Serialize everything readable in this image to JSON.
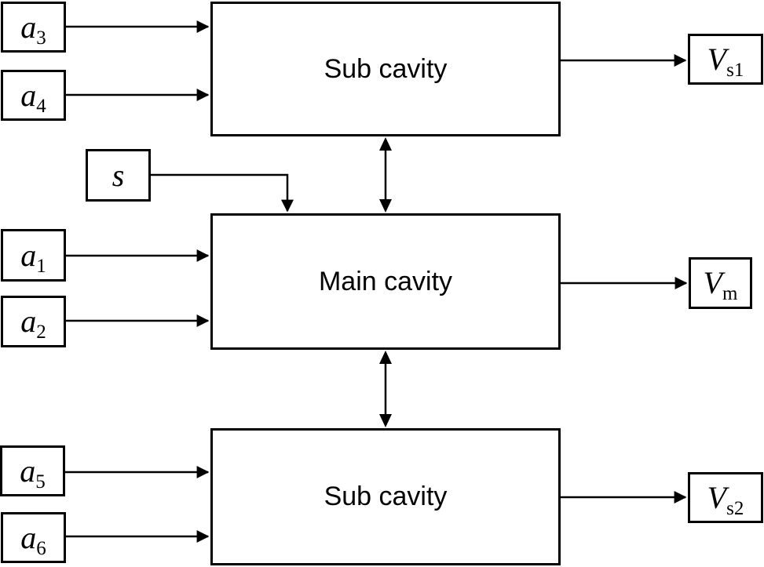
{
  "colors": {
    "background": "#ffffff",
    "line": "#000000",
    "box_border": "#000000",
    "box_fill": "#ffffff",
    "text": "#000000"
  },
  "nodes": {
    "inputs": [
      {
        "id": "a3",
        "label_main": "a",
        "label_sub": "3"
      },
      {
        "id": "a4",
        "label_main": "a",
        "label_sub": "4"
      },
      {
        "id": "s",
        "label_main": "s",
        "label_sub": ""
      },
      {
        "id": "a1",
        "label_main": "a",
        "label_sub": "1"
      },
      {
        "id": "a2",
        "label_main": "a",
        "label_sub": "2"
      },
      {
        "id": "a5",
        "label_main": "a",
        "label_sub": "5"
      },
      {
        "id": "a6",
        "label_main": "a",
        "label_sub": "6"
      }
    ],
    "cavities": [
      {
        "id": "sub-cavity-top",
        "label": "Sub cavity"
      },
      {
        "id": "main-cavity",
        "label": "Main cavity"
      },
      {
        "id": "sub-cavity-bottom",
        "label": "Sub cavity"
      }
    ],
    "outputs": [
      {
        "id": "vs1",
        "label_main": "V",
        "label_sub": "s1"
      },
      {
        "id": "vm",
        "label_main": "V",
        "label_sub": "m"
      },
      {
        "id": "vs2",
        "label_main": "V",
        "label_sub": "s2"
      }
    ]
  },
  "edges": [
    {
      "from": "a3",
      "to": "sub-cavity-top",
      "type": "arrow"
    },
    {
      "from": "a4",
      "to": "sub-cavity-top",
      "type": "arrow"
    },
    {
      "from": "s",
      "to": "main-cavity",
      "type": "arrow"
    },
    {
      "from": "a1",
      "to": "main-cavity",
      "type": "arrow"
    },
    {
      "from": "a2",
      "to": "main-cavity",
      "type": "arrow"
    },
    {
      "from": "a5",
      "to": "sub-cavity-bottom",
      "type": "arrow"
    },
    {
      "from": "a6",
      "to": "sub-cavity-bottom",
      "type": "arrow"
    },
    {
      "from": "sub-cavity-top",
      "to": "vs1",
      "type": "arrow"
    },
    {
      "from": "main-cavity",
      "to": "vm",
      "type": "arrow"
    },
    {
      "from": "sub-cavity-bottom",
      "to": "vs2",
      "type": "arrow"
    },
    {
      "from": "sub-cavity-top",
      "to": "main-cavity",
      "type": "double-arrow"
    },
    {
      "from": "main-cavity",
      "to": "sub-cavity-bottom",
      "type": "double-arrow"
    }
  ]
}
